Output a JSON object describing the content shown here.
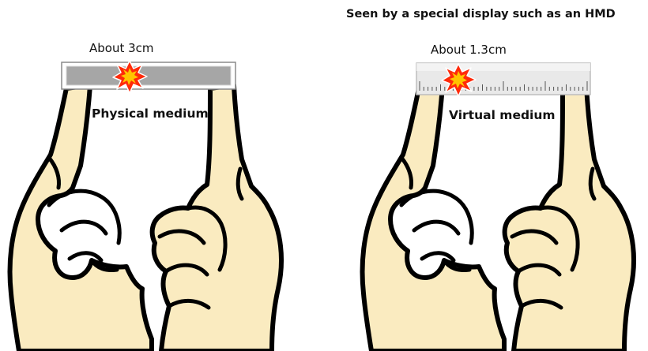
{
  "header": {
    "title": "Seen by a special display such as an HMD"
  },
  "left_panel": {
    "size_label": "About 3cm",
    "medium_label": "Physical medium",
    "medium_fill": "#A6A6A6"
  },
  "right_panel": {
    "size_label": "About 1.3cm",
    "medium_label": "Virtual medium",
    "medium_fill": "#E9E9E9"
  },
  "colors": {
    "skin": "#FAEBC0",
    "outline": "#000000",
    "spark_outer": "#FF2A0A",
    "spark_inner": "#FFC400"
  },
  "icons": {
    "impact": "spark-burst-icon",
    "scale": "ruler-icon"
  }
}
